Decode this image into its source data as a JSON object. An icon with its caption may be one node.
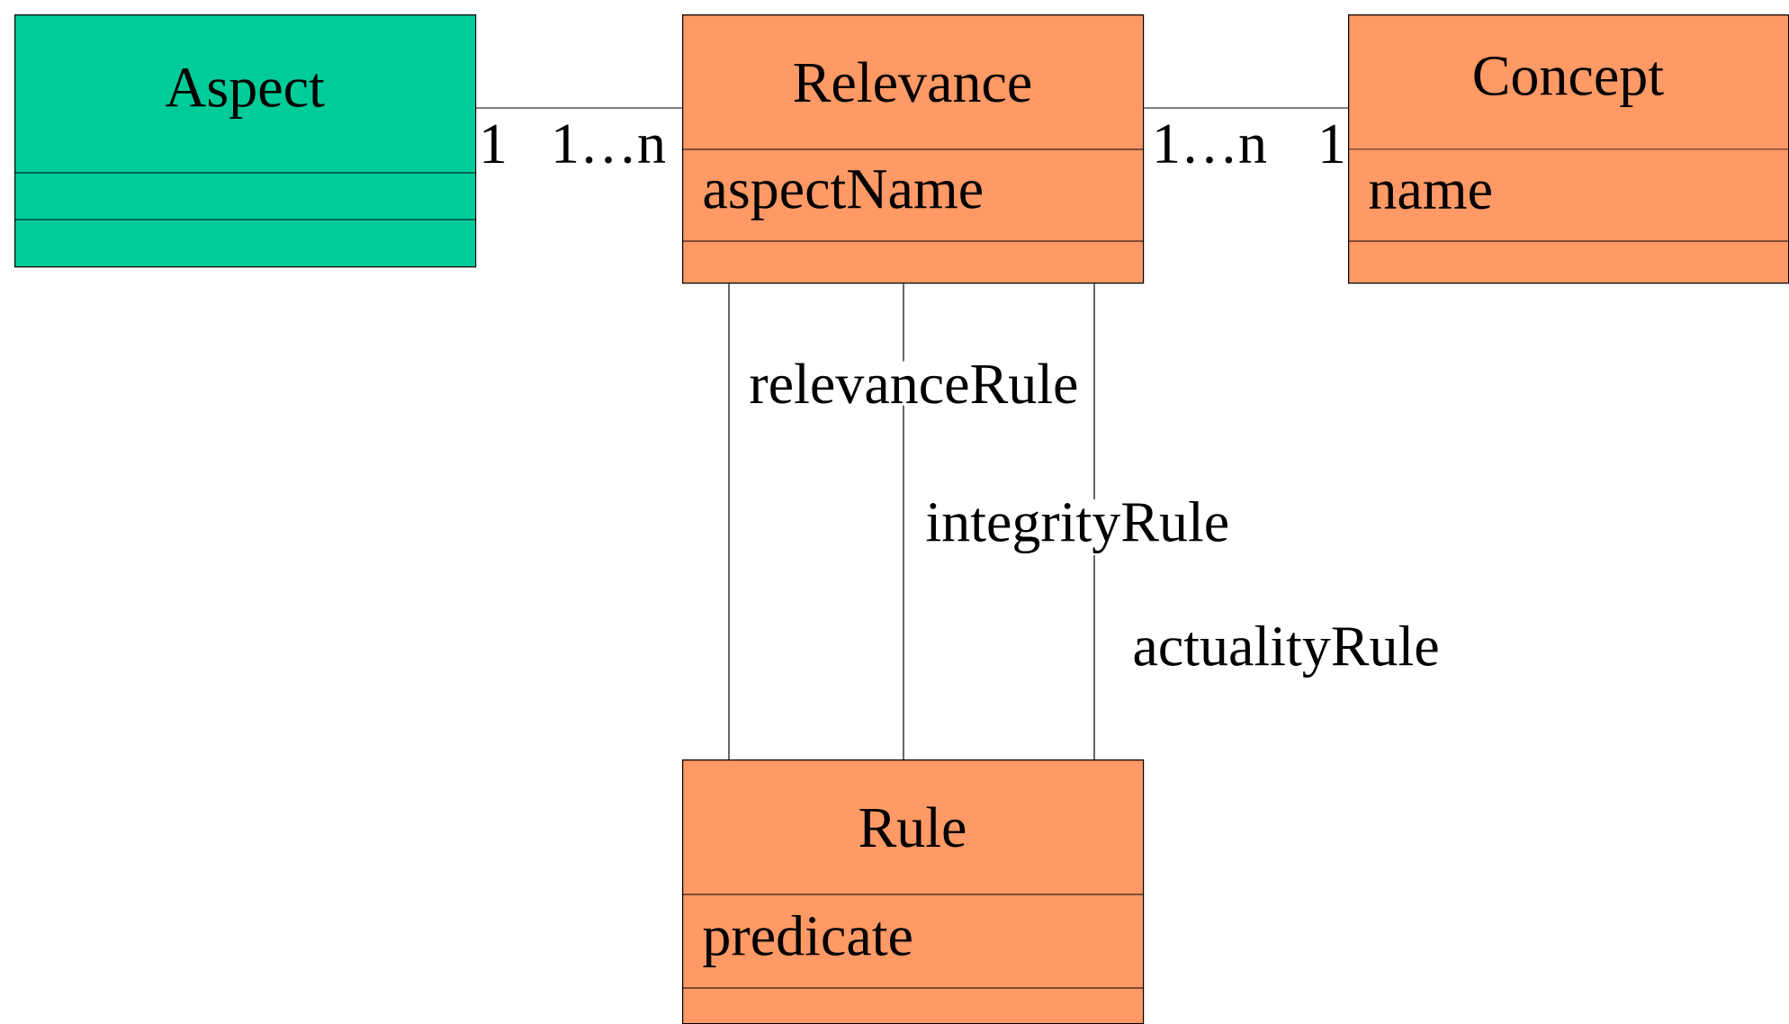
{
  "diagram": {
    "nodes": [
      {
        "text": [
          "Aspect"
        ]
      },
      {
        "text": [
          "Relevance",
          "aspectName"
        ]
      },
      {
        "text": [
          "Concept",
          "name"
        ]
      },
      {
        "text": [
          "Rule",
          "predicate"
        ]
      }
    ],
    "edges": [
      {
        "from": 0,
        "to": 1,
        "arrow": "none"
      },
      {
        "from": 1,
        "to": 2,
        "arrow": "none"
      },
      {
        "from": 1,
        "to": 3,
        "arrow": "none",
        "label": "relevanceRule"
      },
      {
        "from": 1,
        "to": 3,
        "arrow": "none",
        "label": "integrityRule"
      },
      {
        "from": 1,
        "to": 3,
        "arrow": "none",
        "label": "actualityRule"
      }
    ],
    "labels": [
      "1",
      "1…n",
      "1…n",
      "1"
    ]
  }
}
